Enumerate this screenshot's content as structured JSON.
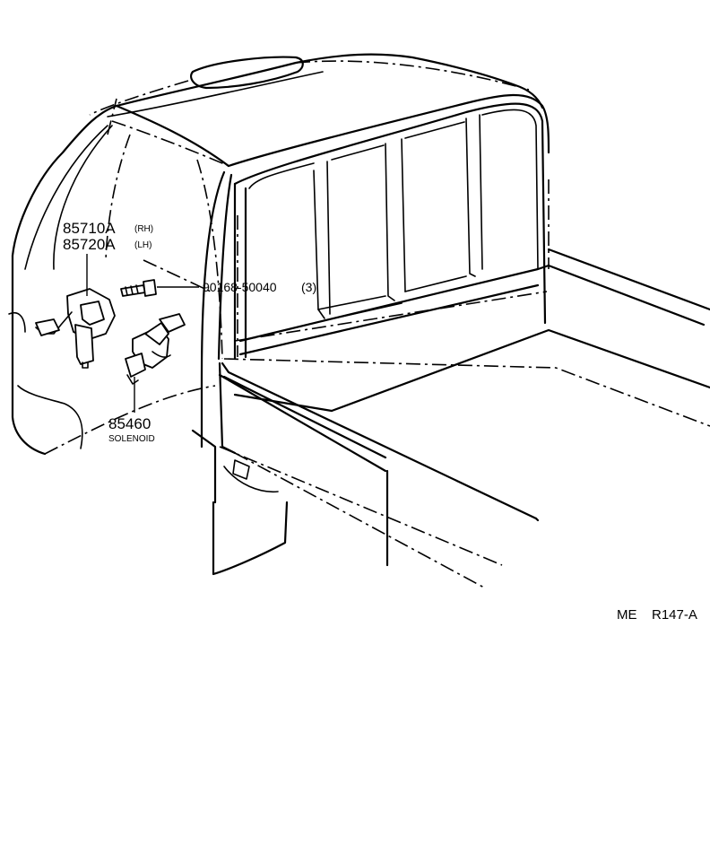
{
  "callouts": {
    "motor_rh_part": "85710A",
    "motor_rh_side": "(RH)",
    "motor_lh_part": "85720A",
    "motor_lh_side": "(LH)",
    "bolt_part": "90168-50040",
    "bolt_qty": "(3)",
    "solenoid_part": "85460",
    "solenoid_name": "SOLENOID"
  },
  "figure_ref": {
    "prefix": "ME",
    "code": "R147-A"
  }
}
